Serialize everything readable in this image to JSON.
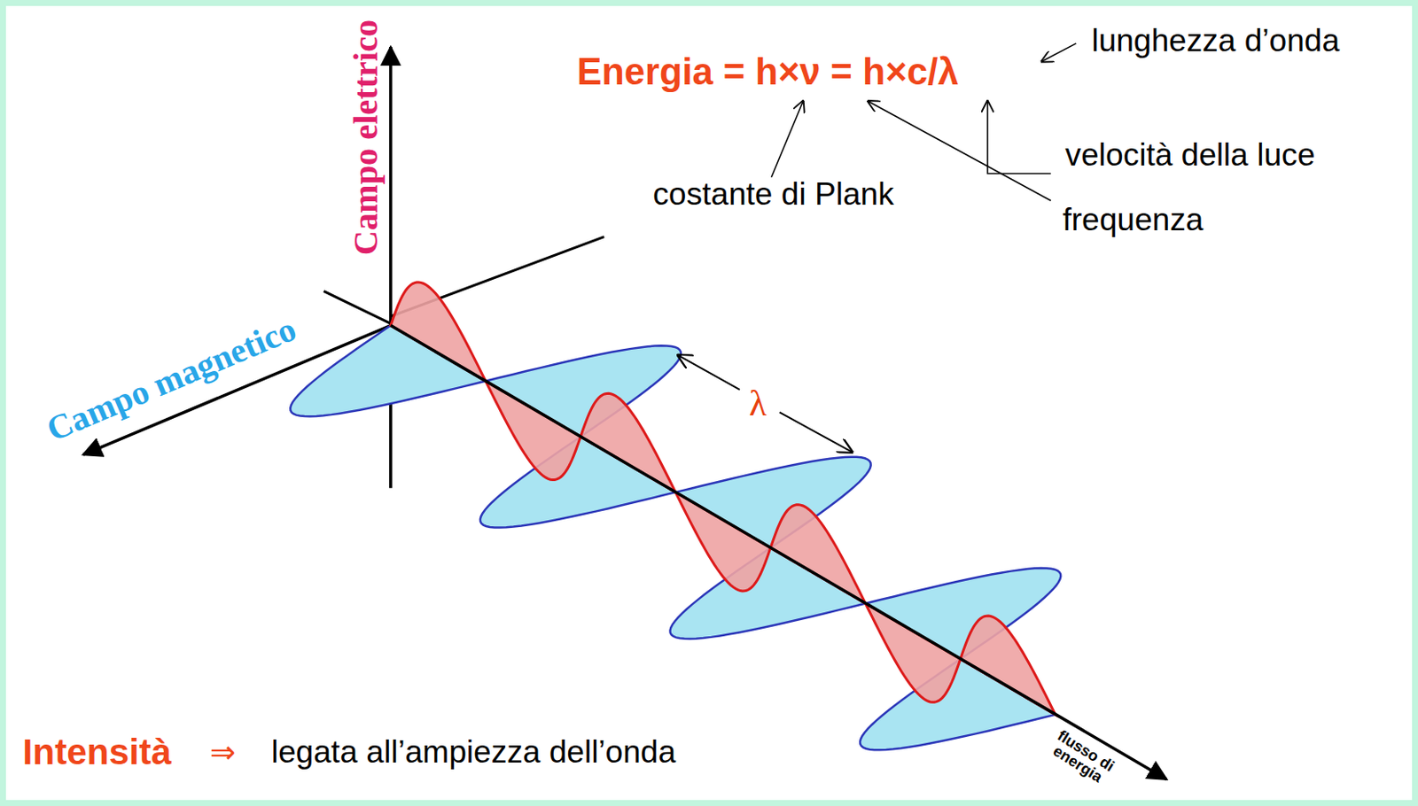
{
  "diagram": {
    "labels": [
      "Campo elettrico",
      "Campo magnetico",
      "Energia = h×ν = h×c/λ",
      "lunghezza d’onda",
      "velocità della luce",
      "costante di Plank",
      "frequenza",
      "λ",
      "flusso di energia",
      "Intensità",
      "⇒",
      "legata all’ampiezza dell’onda"
    ]
  }
}
